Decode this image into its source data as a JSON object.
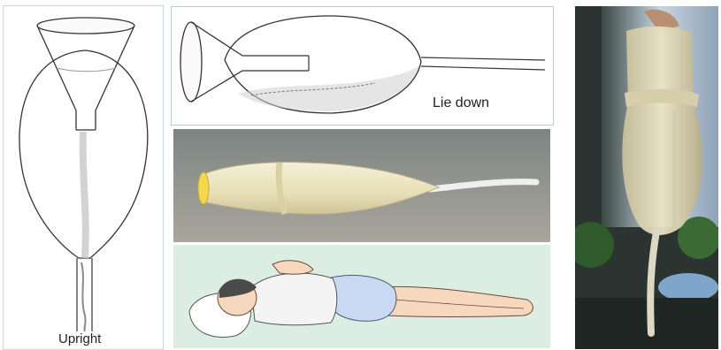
{
  "labels": {
    "upright": "Upright",
    "lie_down": "Lie down"
  },
  "colors": {
    "line_art": "#222222",
    "panel_border": "#c9d7ea",
    "mat_green": "#dceee4",
    "balloon_cream": "#efe9c7",
    "shirt_white": "#f4f4f4",
    "shorts_blue": "#c9d9f2",
    "skin": "#f6d8bf"
  },
  "icons": {
    "upright_diagram": "funnel-balloon-vertical",
    "lie_down_diagram": "funnel-balloon-horizontal",
    "device_photo": "balloon-tube-device",
    "person_illustration": "person-lying-on-side",
    "hanging_photo": "hanging-filled-balloon"
  }
}
